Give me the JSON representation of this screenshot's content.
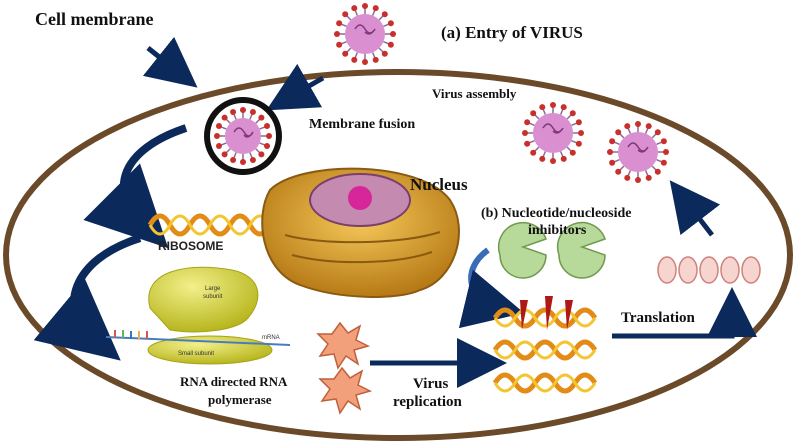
{
  "labels": {
    "cell_membrane": "Cell membrane",
    "entry": "(a) Entry of  VIRUS",
    "virus_assembly": "Virus assembly",
    "membrane_fusion": "Membrane fusion",
    "nucleus": "Nucleus",
    "inhibitors_line1": "(b) Nucleotide/nucleoside",
    "inhibitors_line2": "inhibitors",
    "ribosome": "RIBOSOME",
    "large_subunit_1": "Large",
    "large_subunit_2": "subunit",
    "small_subunit": "Small subunit",
    "mrna": "mRNA",
    "rdrp_line1": "RNA directed RNA",
    "rdrp_line2": "polymerase",
    "virus_replication_1": "Virus",
    "virus_replication_2": "replication",
    "translation": "Translation"
  },
  "icons": {
    "virus": "virus-icon",
    "nucleus": "nucleus-icon",
    "ribosome": "ribosome-icon",
    "arrow": "arrow-icon"
  },
  "colors": {
    "membrane": "#6b4a2a",
    "arrow": "#0b2a5b",
    "virus_body": "#d98fd0",
    "virus_spike": "#c9302c",
    "helix_orange": "#e38b17",
    "helix_yellow": "#f3c531",
    "inhibitor": "#b7d99a",
    "burst": "#f2a07b",
    "protein": "#f6d4d0"
  }
}
